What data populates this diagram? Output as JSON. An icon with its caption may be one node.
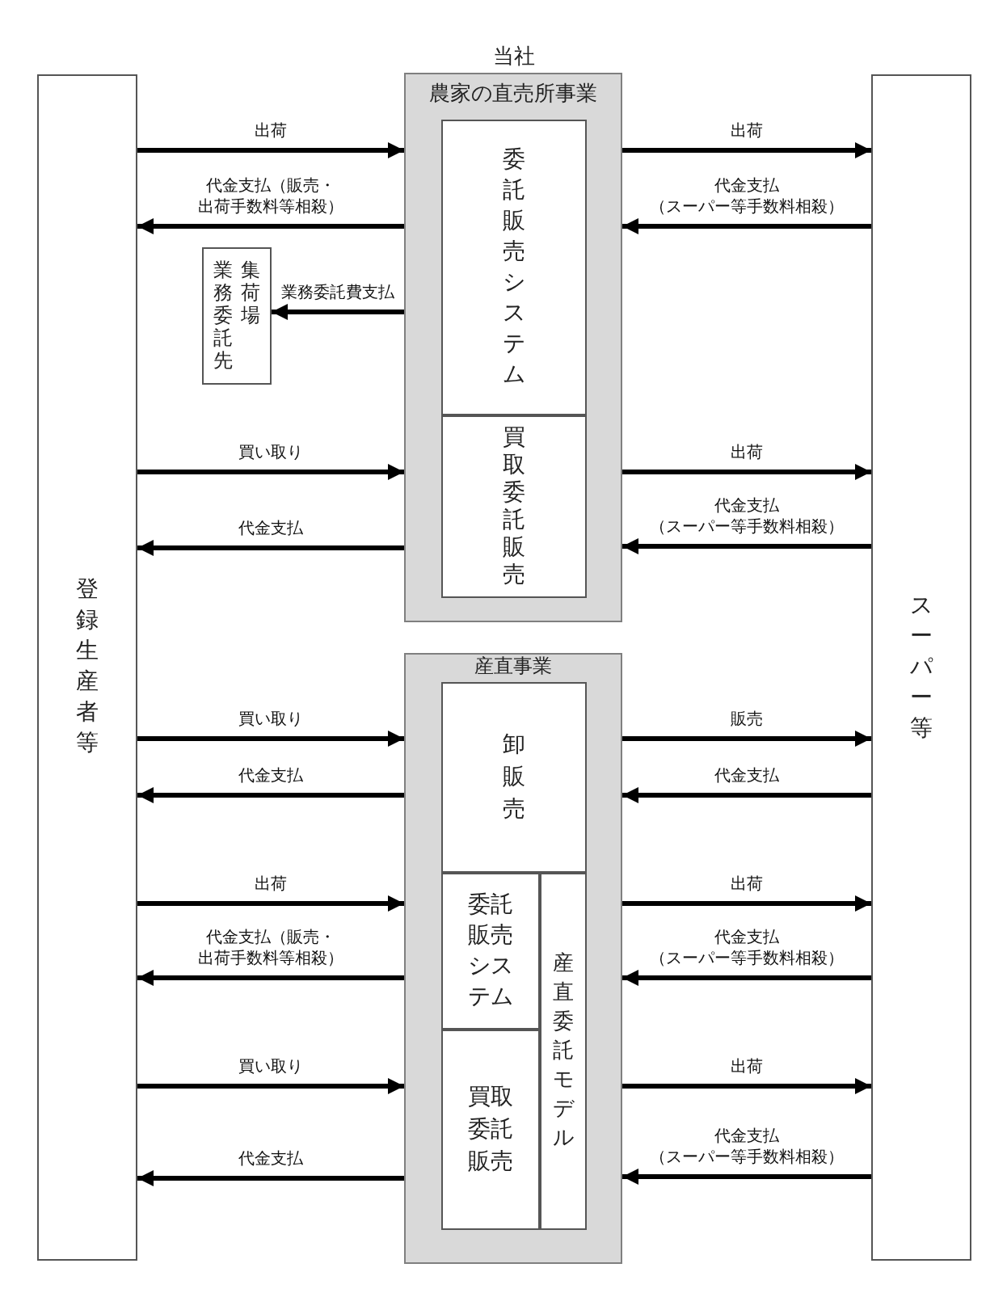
{
  "diagram": {
    "nodes": [
      {
        "text": [
          "登録生産者等"
        ]
      },
      {
        "text": [
          "スーパー等"
        ]
      },
      {
        "text": [
          "農家の直売所事業"
        ]
      },
      {
        "text": [
          "委託販売システム"
        ],
        "in": 2
      },
      {
        "text": [
          "買取委託販売"
        ],
        "in": 2
      },
      {
        "text": [
          "業務委託先",
          "集荷場"
        ]
      },
      {
        "text": [
          "産直事業"
        ]
      },
      {
        "text": [
          "卸販売"
        ],
        "in": 6
      },
      {
        "text": [
          "産直委託モデル"
        ],
        "in": 6
      },
      {
        "text": [
          "委託販売システム"
        ],
        "in": 6
      },
      {
        "text": [
          "買取委託販売"
        ],
        "in": 6
      }
    ],
    "edges": [
      {
        "from": 0,
        "to": 2,
        "arrow": "to",
        "label": "出荷"
      },
      {
        "from": 2,
        "to": 0,
        "arrow": "to",
        "label": "代金支払（販売・出荷手数料等相殺）"
      },
      {
        "from": 2,
        "to": 5,
        "arrow": "to",
        "label": "業務委託費支払"
      },
      {
        "from": 2,
        "to": 1,
        "arrow": "to",
        "label": "出荷"
      },
      {
        "from": 1,
        "to": 2,
        "arrow": "to",
        "label": "代金支払（スーパー等手数料相殺）"
      },
      {
        "from": 0,
        "to": 2,
        "arrow": "to",
        "label": "買い取り"
      },
      {
        "from": 2,
        "to": 0,
        "arrow": "to",
        "label": "代金支払"
      },
      {
        "from": 2,
        "to": 1,
        "arrow": "to",
        "label": "出荷"
      },
      {
        "from": 1,
        "to": 2,
        "arrow": "to",
        "label": "代金支払（スーパー等手数料相殺）"
      },
      {
        "from": 0,
        "to": 6,
        "arrow": "to",
        "label": "買い取り"
      },
      {
        "from": 6,
        "to": 0,
        "arrow": "to",
        "label": "代金支払"
      },
      {
        "from": 6,
        "to": 1,
        "arrow": "to",
        "label": "販売"
      },
      {
        "from": 1,
        "to": 6,
        "arrow": "to",
        "label": "代金支払"
      },
      {
        "from": 0,
        "to": 6,
        "arrow": "to",
        "label": "出荷"
      },
      {
        "from": 6,
        "to": 0,
        "arrow": "to",
        "label": "代金支払（販売・出荷手数料等相殺）"
      },
      {
        "from": 6,
        "to": 1,
        "arrow": "to",
        "label": "出荷"
      },
      {
        "from": 1,
        "to": 6,
        "arrow": "to",
        "label": "代金支払（スーパー等手数料相殺）"
      },
      {
        "from": 0,
        "to": 6,
        "arrow": "to",
        "label": "買い取り"
      },
      {
        "from": 6,
        "to": 0,
        "arrow": "to",
        "label": "代金支払"
      },
      {
        "from": 6,
        "to": 1,
        "arrow": "to",
        "label": "出荷"
      },
      {
        "from": 1,
        "to": 6,
        "arrow": "to",
        "label": "代金支払（スーパー等手数料相殺）"
      }
    ],
    "labels": [
      "当社"
    ]
  }
}
